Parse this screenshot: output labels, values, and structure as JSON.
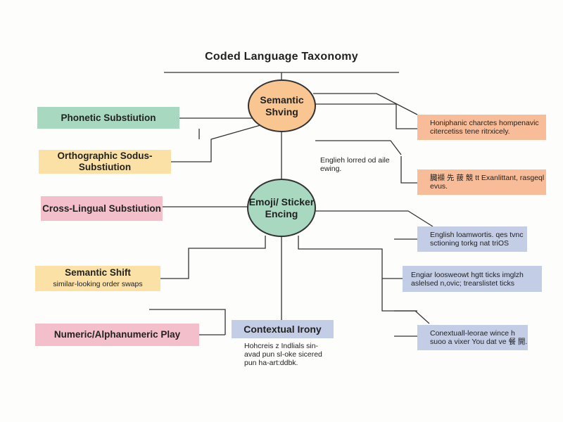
{
  "title": "Coded Language Taxonomy",
  "hubs": {
    "semantic": "Semantic Shving",
    "emoji": "Emoji/ Sticker Encing"
  },
  "left": {
    "phonetic": "Phonetic Substiution",
    "orthographic": "Orthographic Sodus-Substiution",
    "cross": "Cross-Lingual Substiution",
    "shift": "Semantic Shift",
    "shift_sub": "similar-looking order swaps",
    "numeric": "Numeric/Alphanumeric Play"
  },
  "center": {
    "irony": "Contextual Irony",
    "irony_note": "Hohcreis z Indlials sin-avad pun sl-oke sicered pun ha-art:ddbk.",
    "mid_note": "Englieh lorred od aile ewing."
  },
  "right": [
    "Honiphanic charctes hompenavic citercetiss tene ritrxicely.",
    "臓襭 先 菝 競 tt Exanlittant, rasgeql evus.",
    "English loamwortis. qes tvnc sctioning torkg nat triOS",
    "Engiar loosweowt hgtt ticks imglzh aslelsed n,ovic; trearslistet ticks",
    "Conextuall-leorae wince h suoo a vixer You dat ve 餐 開."
  ]
}
